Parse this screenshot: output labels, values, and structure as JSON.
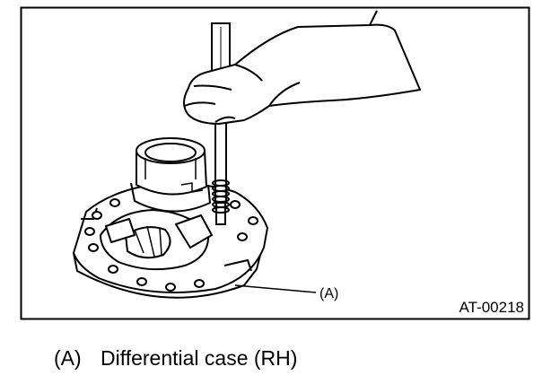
{
  "figure": {
    "code": "AT-00218",
    "callout_label": "(A)"
  },
  "legend": {
    "items": [
      {
        "letter": "(A)",
        "text": "Differential case (RH)"
      }
    ]
  }
}
